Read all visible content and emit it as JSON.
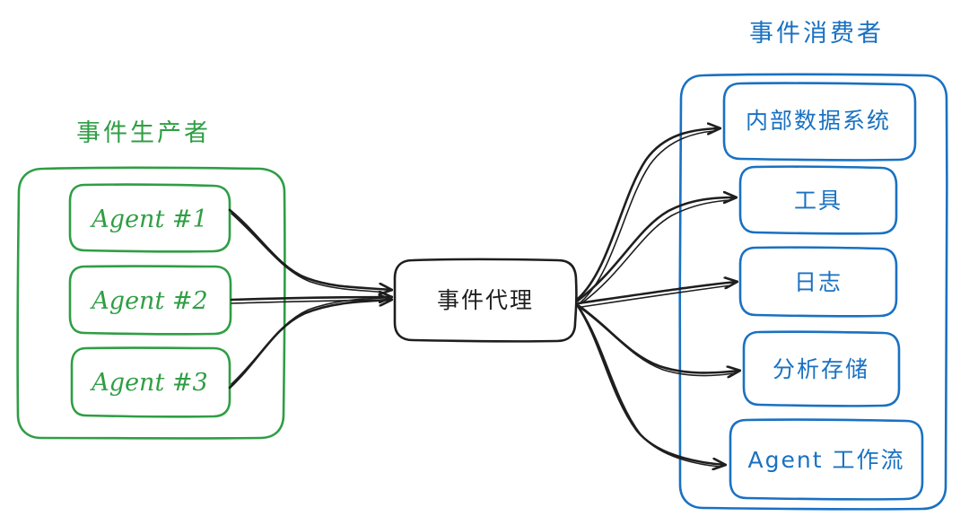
{
  "producers": {
    "title": "事件生产者",
    "color": "#2f9e44",
    "items": [
      {
        "label": "Agent #1"
      },
      {
        "label": "Agent #2"
      },
      {
        "label": "Agent #3"
      }
    ]
  },
  "broker": {
    "label": "事件代理",
    "color": "#1e1e1e"
  },
  "consumers": {
    "title": "事件消费者",
    "color": "#1971c2",
    "items": [
      {
        "label": "内部数据系统"
      },
      {
        "label": "工具"
      },
      {
        "label": "日志"
      },
      {
        "label": "分析存储"
      },
      {
        "label": "Agent 工作流"
      }
    ]
  },
  "arrow_color": "#1e1e1e"
}
